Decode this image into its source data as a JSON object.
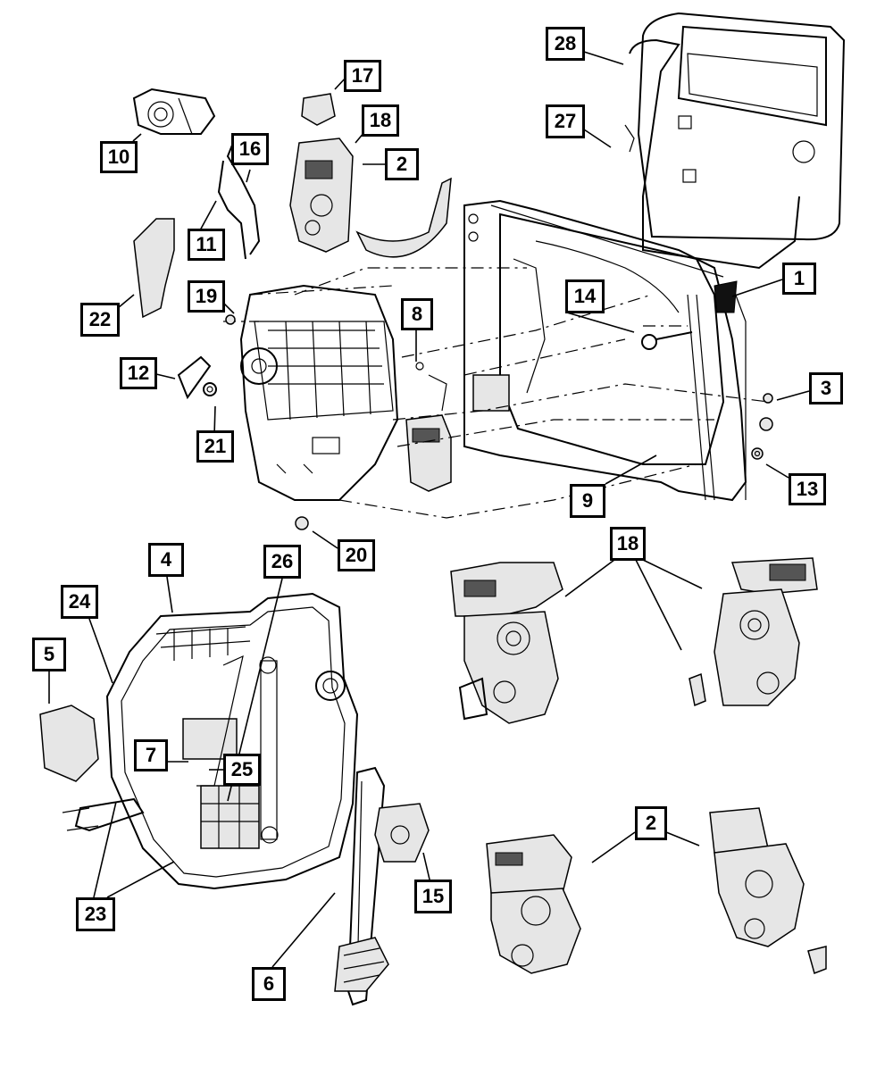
{
  "callouts": {
    "c1": "1",
    "c2a": "2",
    "c2b": "2",
    "c3": "3",
    "c4": "4",
    "c5": "5",
    "c6": "6",
    "c7": "7",
    "c8": "8",
    "c9": "9",
    "c10": "10",
    "c11": "11",
    "c12": "12",
    "c13": "13",
    "c14": "14",
    "c15": "15",
    "c16": "16",
    "c17": "17",
    "c18a": "18",
    "c18b": "18",
    "c19": "19",
    "c20": "20",
    "c21": "21",
    "c22": "22",
    "c23": "23",
    "c24": "24",
    "c25": "25",
    "c26": "26",
    "c27": "27",
    "c28": "28"
  }
}
